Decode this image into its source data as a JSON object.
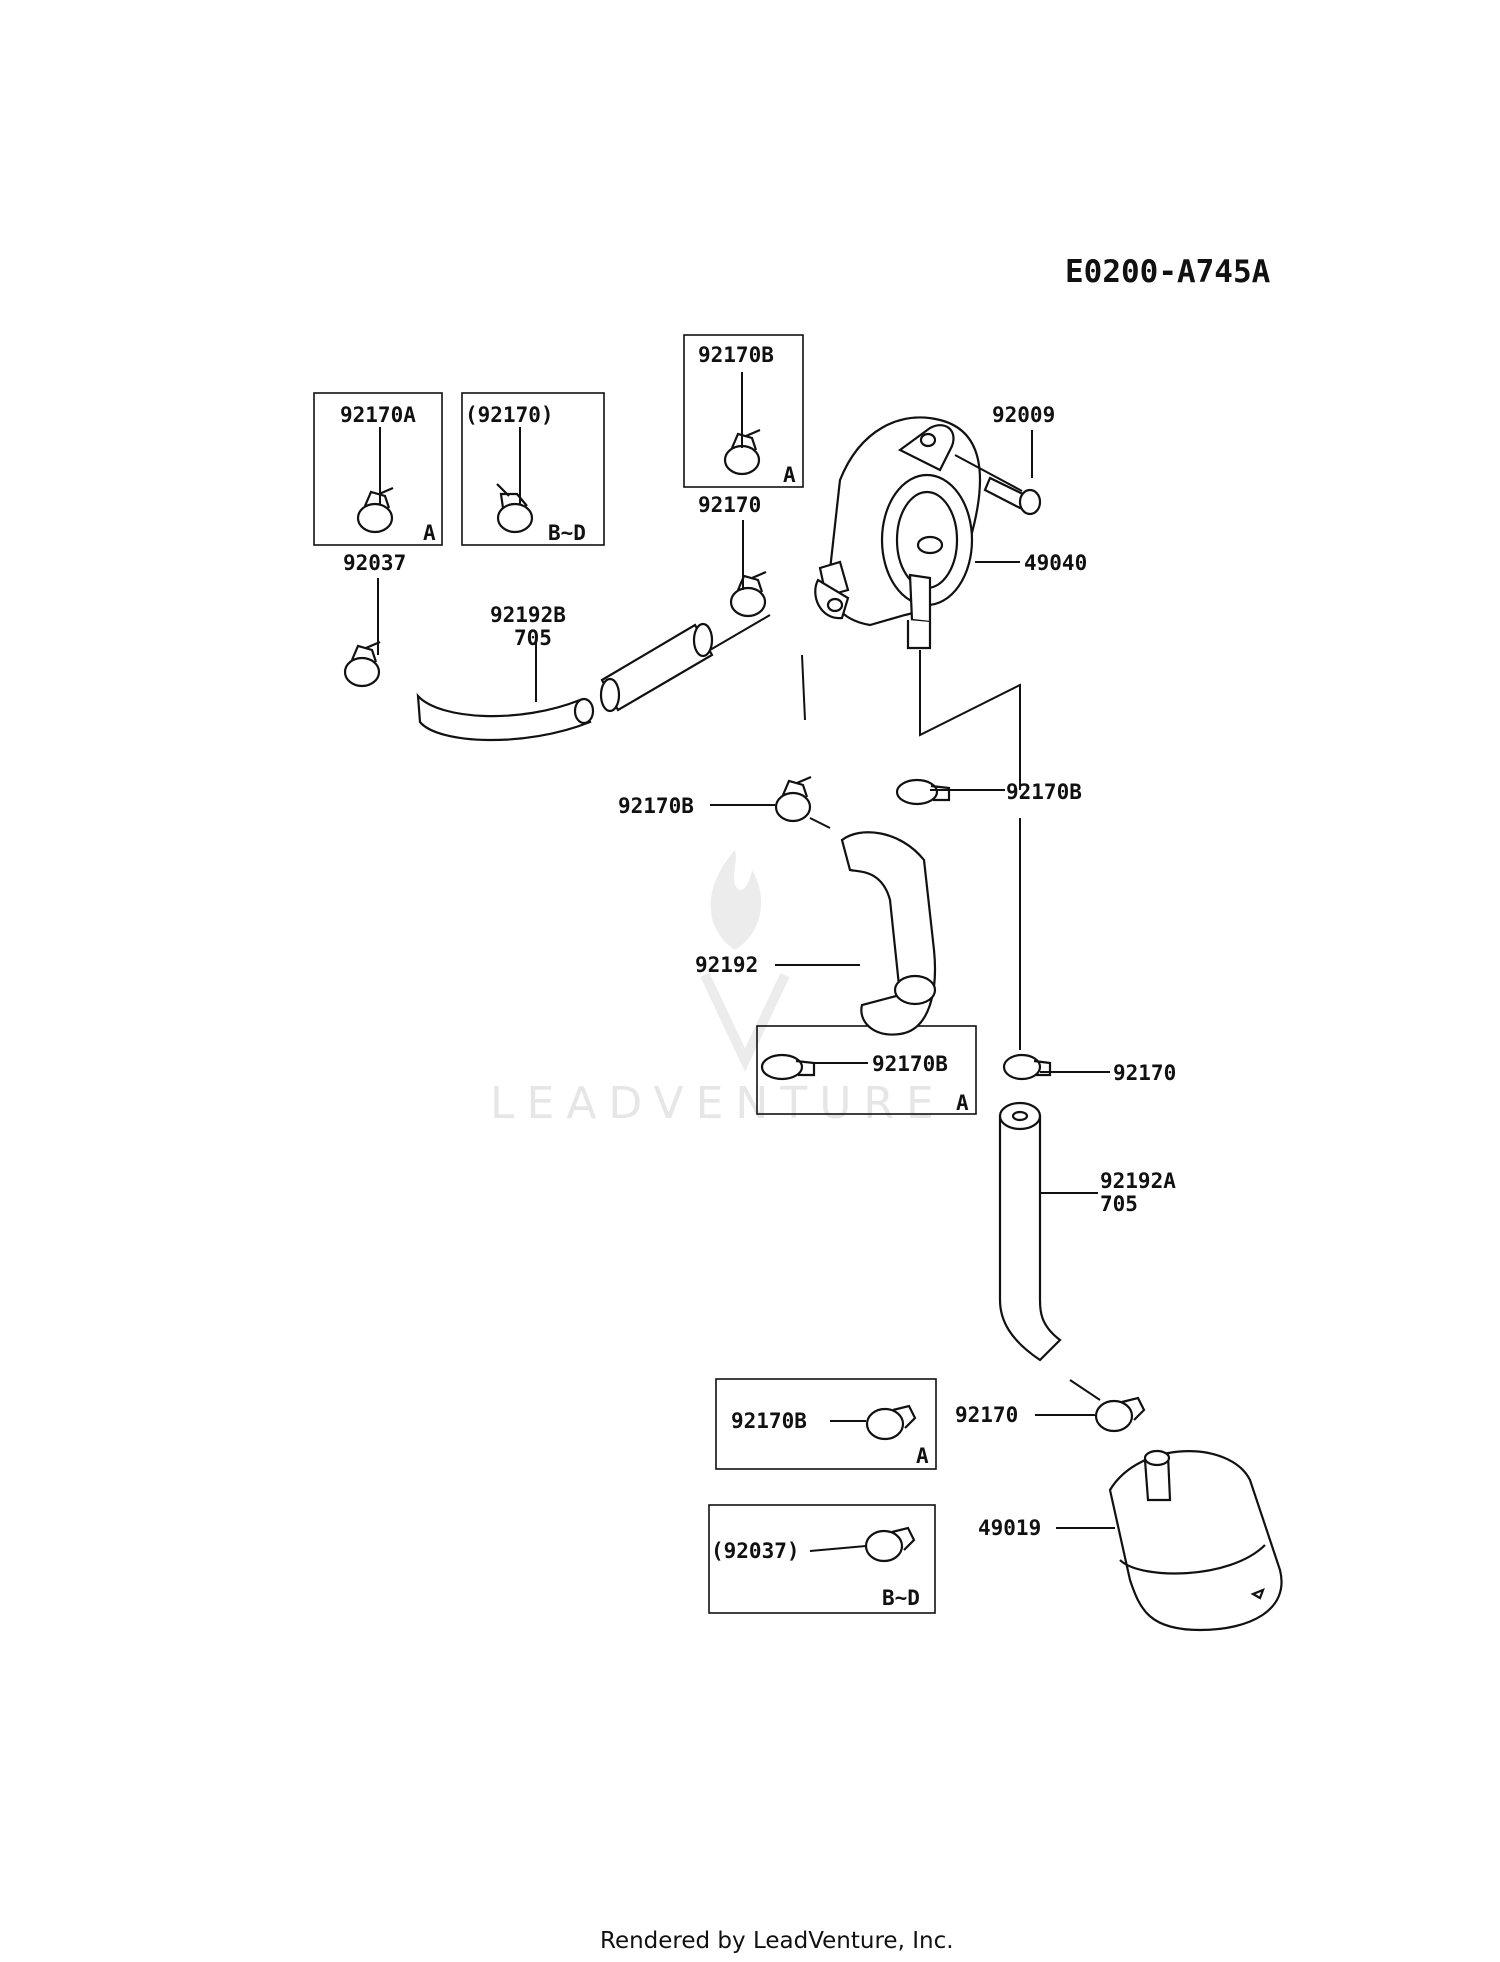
{
  "diagram_id": "E0200-A745A",
  "watermark": "LEADVENTURE",
  "footer": "Rendered by LeadVenture, Inc.",
  "labels": {
    "l1": "92170A",
    "l1_note": "A",
    "l2": "(92170)",
    "l2_note": "B~D",
    "l3": "92170B",
    "l3_note": "A",
    "l4": "92170",
    "l5": "92009",
    "l6": "49040",
    "l7": "92037",
    "l8a": "92192B",
    "l8b": "705",
    "l9": "92170B",
    "l10": "92170B",
    "l11": "92192",
    "l12": "92170B",
    "l12_note": "A",
    "l13": "92170",
    "l14a": "92192A",
    "l14b": "705",
    "l15": "92170B",
    "l15_note": "A",
    "l16": "92170",
    "l17": "(92037)",
    "l17_note": "B~D",
    "l18": "49019"
  }
}
